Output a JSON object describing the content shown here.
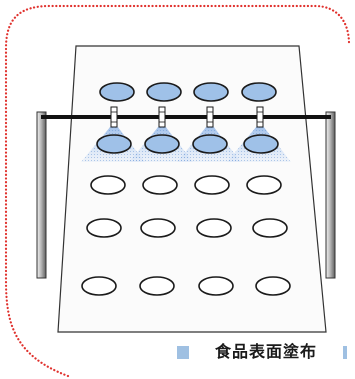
{
  "caption": "食品表面塗布",
  "colors": {
    "frame_dots": "#e0312d",
    "food_blue": "#9fc1e8",
    "spray_blue": "#a9c7ee",
    "caption_band": "#9fc0e2"
  },
  "counts": {
    "columns": 4,
    "sprayed_rows": 2,
    "unsprayed_rows": 3,
    "nozzles": 4
  }
}
